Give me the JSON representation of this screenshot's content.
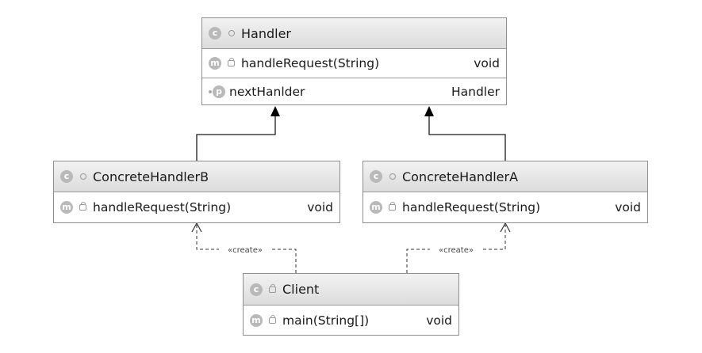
{
  "classes": {
    "handler": {
      "name": "Handler",
      "icon": "class-icon",
      "badge": "c",
      "methods": [
        {
          "name": "handleRequest(String)",
          "type": "void",
          "badge": "m"
        }
      ],
      "fields": [
        {
          "name": "nextHanlder",
          "type": "Handler",
          "badge": "p"
        }
      ]
    },
    "concrete_b": {
      "name": "ConcreteHandlerB",
      "icon": "class-icon",
      "badge": "c",
      "methods": [
        {
          "name": "handleRequest(String)",
          "type": "void",
          "badge": "m"
        }
      ]
    },
    "concrete_a": {
      "name": "ConcreteHandlerA",
      "icon": "class-icon",
      "badge": "c",
      "methods": [
        {
          "name": "handleRequest(String)",
          "type": "void",
          "badge": "m"
        }
      ]
    },
    "client": {
      "name": "Client",
      "icon": "class-icon",
      "badge": "c",
      "methods": [
        {
          "name": "main(String[])",
          "type": "void",
          "badge": "m"
        }
      ]
    }
  },
  "relations": [
    {
      "kind": "inheritance",
      "from": "ConcreteHandlerB",
      "to": "Handler"
    },
    {
      "kind": "inheritance",
      "from": "ConcreteHandlerA",
      "to": "Handler"
    },
    {
      "kind": "dependency",
      "from": "Client",
      "to": "ConcreteHandlerB",
      "label": "«create»"
    },
    {
      "kind": "dependency",
      "from": "Client",
      "to": "ConcreteHandlerA",
      "label": "«create»"
    }
  ],
  "colors": {
    "header_bg": "#e4e4e4",
    "border": "#8e8e8e",
    "badge": "#b9b9b9",
    "line": "#1a1a1a"
  }
}
